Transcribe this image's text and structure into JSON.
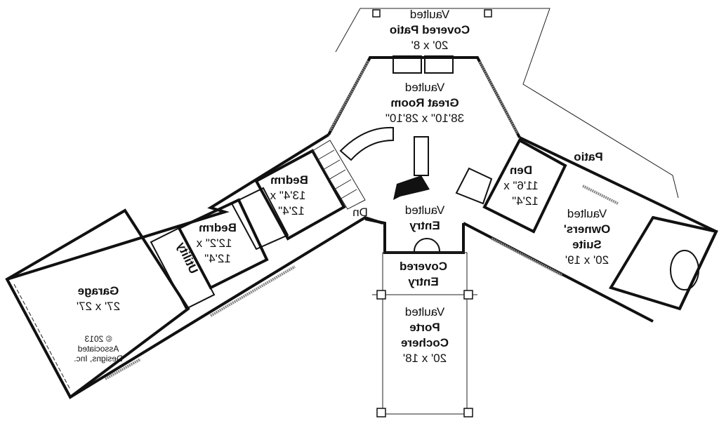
{
  "rooms": {
    "covered_patio": {
      "line1": "Vaulted",
      "name": "Covered Patio",
      "size": "20' x 8'"
    },
    "great_room": {
      "line1": "Vaulted",
      "name": "Great Room",
      "size": "38'10\" x 28'10\""
    },
    "patio": {
      "name": "Patio"
    },
    "den": {
      "name": "Den",
      "size1": "11'6\" x",
      "size2": "12'4\""
    },
    "owners_suite": {
      "line1": "Vaulted",
      "name1": "Owners'",
      "name2": "Suite",
      "size": "20' x 19'"
    },
    "entry": {
      "line1": "Vaulted",
      "name": "Entry"
    },
    "covered_entry": {
      "name1": "Covered",
      "name2": "Entry"
    },
    "porte_cochere": {
      "line1": "Vaulted",
      "name1": "Porte",
      "name2": "Cochere",
      "size": "20' x 18'"
    },
    "bedroom_1": {
      "name": "Bedrm",
      "size1": "13'4\" x",
      "size2": "12'4\""
    },
    "bedroom_2": {
      "name": "Bedrm",
      "size1": "12'2\" x",
      "size2": "12'4\""
    },
    "utility": {
      "name": "Utility"
    },
    "garage": {
      "name": "Garage",
      "size": "27' x 27'"
    },
    "stairs": {
      "label": "Dn"
    }
  },
  "copyright": {
    "line1": "© 2013",
    "line2": "Associated",
    "line3": "Designs, Inc."
  },
  "mirrored": true
}
